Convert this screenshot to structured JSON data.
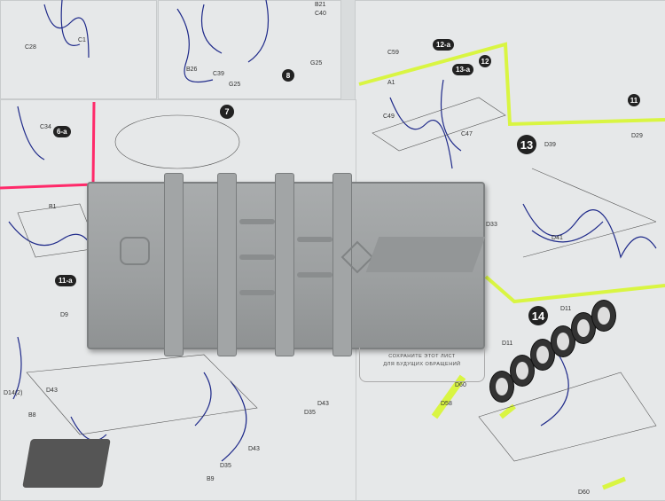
{
  "steps": {
    "s6a": "6-a",
    "s7": "7",
    "s8": "8",
    "s11a": "11-a",
    "s12a": "12-a",
    "s13a": "13-a",
    "s13": "13",
    "s14": "14",
    "s11": "11",
    "s12": "12"
  },
  "parts": {
    "d39": "D39",
    "d41": "D41",
    "d33": "D33",
    "d11a": "D11",
    "d11b": "D11",
    "d60a": "D60",
    "d60b": "D60",
    "d58": "D58",
    "d43a": "D43",
    "d43b": "D43",
    "d43c": "D43",
    "d35a": "D35",
    "d35b": "D35",
    "b9": "B9",
    "b8": "B8",
    "d9": "D9",
    "d14": "D14(2)",
    "c49": "C49",
    "c47": "C47",
    "a1": "A1",
    "c59": "C59",
    "c34": "C34",
    "b1": "B1",
    "c40": "C40",
    "b21": "B21",
    "g25a": "G25",
    "g25b": "G25",
    "b26": "B26",
    "c39": "C39",
    "c1": "C1",
    "c28": "C28",
    "d29": "D29"
  },
  "save_notice": {
    "line1": "СОХРАНИТЕ ЭТОТ ЛИСТ",
    "line2": "ДЛЯ БУДУЩИХ ОБРАЩЕНИЙ"
  },
  "colors": {
    "highlight": "#d9f542",
    "marker_red": "#ff2a6a",
    "pen": "#1f2a8a",
    "hull": "#9c9fa0"
  }
}
